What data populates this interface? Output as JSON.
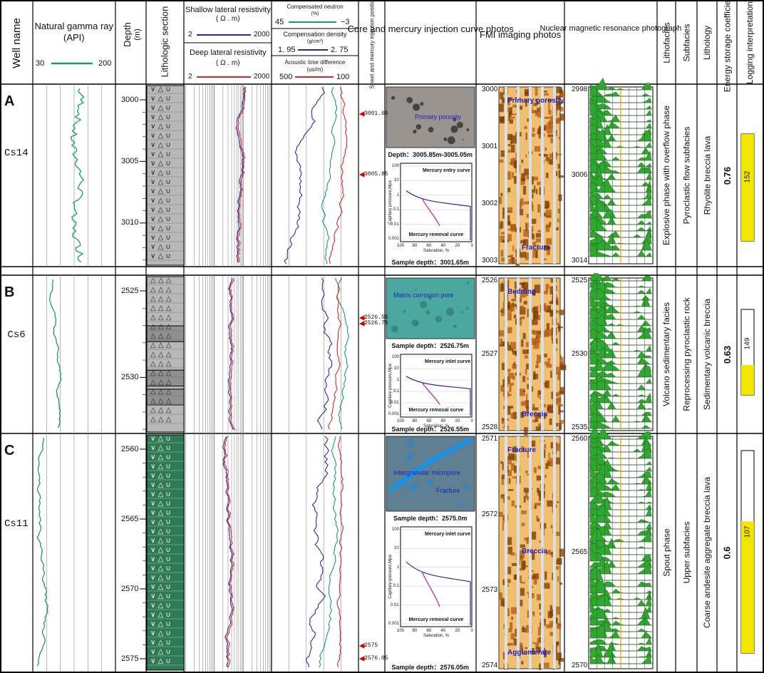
{
  "headers": {
    "well_name": "Well name",
    "gamma_title": "Natural gamma ray",
    "gamma_unit": "(API)",
    "gamma_min": "30",
    "gamma_max": "200",
    "depth": "Depth",
    "depth_unit": "(m)",
    "lithologic_section": "Lithologic section",
    "shallow_res": "Shallow lateral resistivity",
    "shallow_unit": "( Ω . m)",
    "deep_res": "Deep lateral resistivity",
    "deep_unit": "( Ω . m)",
    "res_min": "2",
    "res_max": "2000",
    "neutron": "Compensated neutron",
    "neutron_unit": "(%)",
    "neutron_min": "45",
    "neutron_max": "−3",
    "density": "Compensation density",
    "density_unit": "(g/cm³)",
    "density_min": "1. 95",
    "density_max": "2. 75",
    "acoustic": "Acoustic time difference",
    "acoustic_unit": "(us/m)",
    "acoustic_min": "500",
    "acoustic_max": "100",
    "sheet_position": "Sheet and mercury injection position",
    "core_photos": "Core and mercury injection curve photos",
    "fmi": "FMI imaging photos",
    "nmr": "Nuclear magnetic resonance photograph",
    "lithofacies": "Lithofacies",
    "subfacies": "Subfacies",
    "lithology": "Lithology",
    "energy": "Energy storage coefficient",
    "logging": "Logging interpretation"
  },
  "colors": {
    "gamma": "#1a9a6a",
    "shallow": "#2a2aa0",
    "deep": "#d42828",
    "neutron": "#1a9a6a",
    "density": "#2a2aa0",
    "acoustic": "#d42828",
    "marker": "#d40000",
    "core_a": "#9a9490",
    "core_b": "#4aa8a0",
    "core_c": "#5f7f92",
    "fmi_dark": "#7a3a08",
    "fmi_light": "#f0c070",
    "nmr_fill": "#2ea82e",
    "litho_grey": "#b8b8b8",
    "litho_dark": "#909090",
    "litho_green": "#2f7a55",
    "yellow": "#f2e600"
  },
  "sections": [
    {
      "label": "A",
      "well": "Cs14",
      "depth_ticks": [
        "3000",
        "3005",
        "3010"
      ],
      "positions": [
        "3001.65",
        "3005.85"
      ],
      "core_caption": "Depth：3005.85m-3005.05m",
      "core_label_1": "Primary porosity",
      "core_label_2": "",
      "mercury_curve_1": "Mercury entry curve",
      "mercury_curve_2": "Mercury removal curve",
      "sample_depth": "Sample depth：3001.65m",
      "fmi_ticks": [
        "3000",
        "3001",
        "3002",
        "3003"
      ],
      "fmi_labels": [
        "Primary porosity",
        "Fracture"
      ],
      "nmr_ticks": [
        "2998",
        "3006",
        "3014"
      ],
      "lithofacies": "Explosive phase with overflow phase",
      "subfacies": "Pyroclastic flow subfacies",
      "lithology": "Rhyolite breccia lava",
      "energy": "0.76",
      "interpretation": "152",
      "bar_fill": 1
    },
    {
      "label": "B",
      "well": "Cs6",
      "depth_ticks": [
        "2525",
        "2530"
      ],
      "positions": [
        "2526.55",
        "2526.75"
      ],
      "core_caption": "Sample depth：2526.75m",
      "core_label_1": "Matrix corrosion pore",
      "core_label_2": "",
      "mercury_curve_1": "Mercury inlet curve",
      "mercury_curve_2": "Mercury removal curve",
      "sample_depth": "Sample depth：2526.55m",
      "fmi_ticks": [
        "2526",
        "2527",
        "2528"
      ],
      "fmi_labels": [
        "Bedding",
        "Breccia"
      ],
      "nmr_ticks": [
        "2525",
        "2530",
        "2535"
      ],
      "lithofacies": "Volcano sedimentary facies",
      "subfacies": "Reprocessing pyroclastic rock",
      "lithology": "Sedimentary volcanic breccia",
      "energy": "0.63",
      "interpretation": "149",
      "bar_fill": 0.35
    },
    {
      "label": "C",
      "well": "Cs11",
      "depth_ticks": [
        "2560",
        "2565",
        "2570",
        "2575"
      ],
      "positions": [
        "2575",
        "2576.05"
      ],
      "core_caption": "Sample depth：2575.0m",
      "core_label_1": "Intergranular micropore",
      "core_label_2": "Fracture",
      "mercury_curve_1": "Mercury inlet curve",
      "mercury_curve_2": "Mercury removal curve",
      "sample_depth": "Sample depth：2576.05m",
      "fmi_ticks": [
        "2571",
        "2572",
        "2573",
        "2574"
      ],
      "fmi_labels": [
        "Fracture",
        "Breccia",
        "Agglomerate"
      ],
      "nmr_ticks": [
        "2560",
        "2565",
        "2570"
      ],
      "lithofacies": "Spout phase",
      "subfacies": "Upper subfacies",
      "lithology": "Coarse andesite aggregate breccia lava",
      "energy": "0.6",
      "interpretation": "107",
      "bar_fill": 0.65
    }
  ],
  "mercury_chart": {
    "ylabel": "Capillary pressure,Mpa",
    "xlabel": "Saturation, %",
    "y_ticks": [
      "100",
      "10",
      "1",
      "0.1",
      "0.01",
      "0.001"
    ],
    "x_ticks": [
      "100",
      "80",
      "60",
      "40",
      "20",
      "0"
    ]
  }
}
